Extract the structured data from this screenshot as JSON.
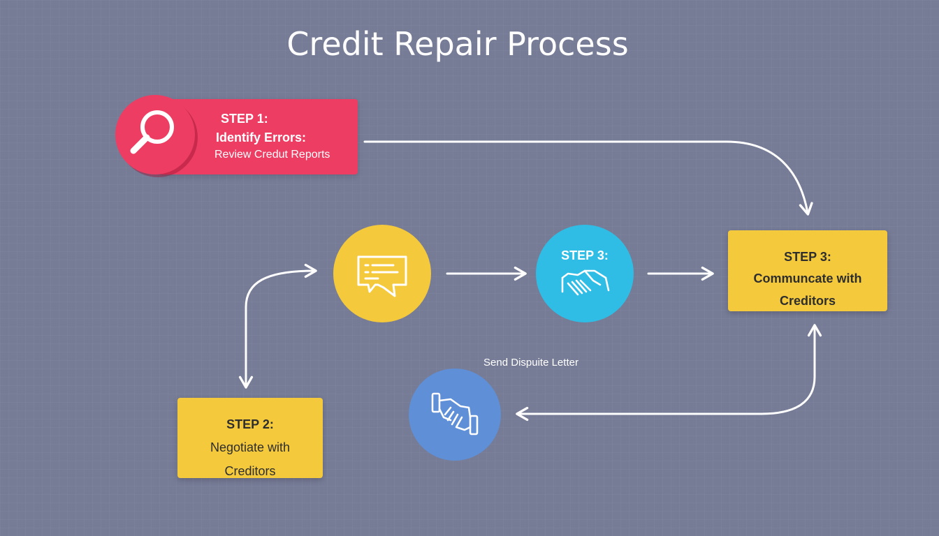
{
  "title": "Credit Repair Process",
  "step1": {
    "label": "STEP 1:",
    "heading": "Identify Errors:",
    "sub": "Review Credut Reports",
    "icon": "magnifier-icon",
    "color": "#ee3d63"
  },
  "chat_node": {
    "icon": "chat-bubble-icon",
    "color": "#f4c93c"
  },
  "handshake_node": {
    "label": "STEP 3:",
    "icon": "handshake-icon",
    "color": "#2fbde6"
  },
  "step3": {
    "label": "STEP 3:",
    "text_line1": "Communcate with",
    "text_line2": "Creditors",
    "color": "#f4c93c"
  },
  "send_node": {
    "label": "Send Dispuite Letter",
    "icon": "handshake-icon",
    "color": "#5f8fd6"
  },
  "step2": {
    "label": "STEP 2:",
    "text_line1": "Negotiate with",
    "text_line2": "Creditors",
    "color": "#f4c93c"
  },
  "background": "#767b96"
}
